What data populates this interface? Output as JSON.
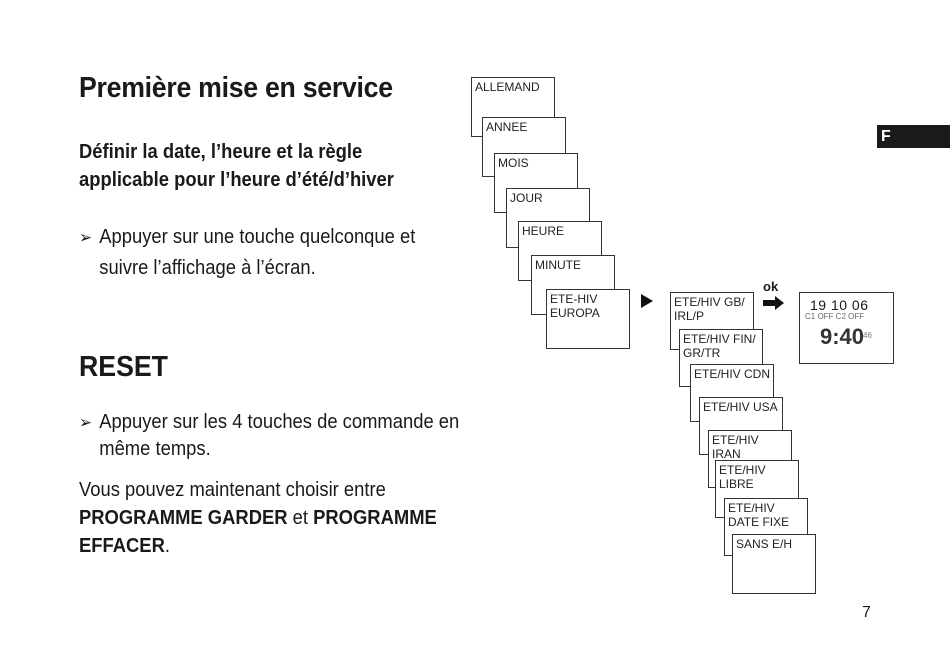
{
  "heading": "Première mise en service",
  "subtitle": "Définir la date, l’heure et la règle applicable pour l’heure d’été/d’hiver",
  "bullet1": {
    "arrow": "➢",
    "line1": "Appuyer sur une touche quelconque et",
    "line2": "suivre l’affichage à l’écran."
  },
  "reset_heading": "RESET",
  "bullet2": {
    "arrow": "➢",
    "line1": "Appuyer sur les 4 touches de commande en",
    "line2": "même temps."
  },
  "paragraph": {
    "part1": "Vous pouvez maintenant choisir entre ",
    "bold1": "PROGRAMME GARDER",
    "part2": " et ",
    "bold2": "PROGRAMME EFFACER",
    "part3": "."
  },
  "menu_left": [
    "ALLEMAND",
    "ANNEE",
    "MOIS",
    "JOUR",
    "HEURE",
    "MINUTE",
    "ETE-HIV\nEUROPA"
  ],
  "menu_right": [
    "ETE/HIV GB/\nIRL/P",
    "ETE/HIV FIN/\nGR/TR",
    "ETE/HIV CDN",
    "ETE/HIV USA",
    "ETE/HIV IRAN",
    "ETE/HIV\nLIBRE",
    "ETE/HIV\nDATE FIXE",
    "SANS E/H"
  ],
  "ok_label": "ok",
  "lcd": {
    "date": "19  10  06",
    "channels": "C1 OFF  C2 OFF",
    "time": "9:40",
    "seconds": "46"
  },
  "tab_letter": "F",
  "page_number": "7",
  "colors": {
    "text": "#1a1a1a",
    "tab_bg": "#1a1a1a",
    "tab_text": "#ffffff"
  }
}
